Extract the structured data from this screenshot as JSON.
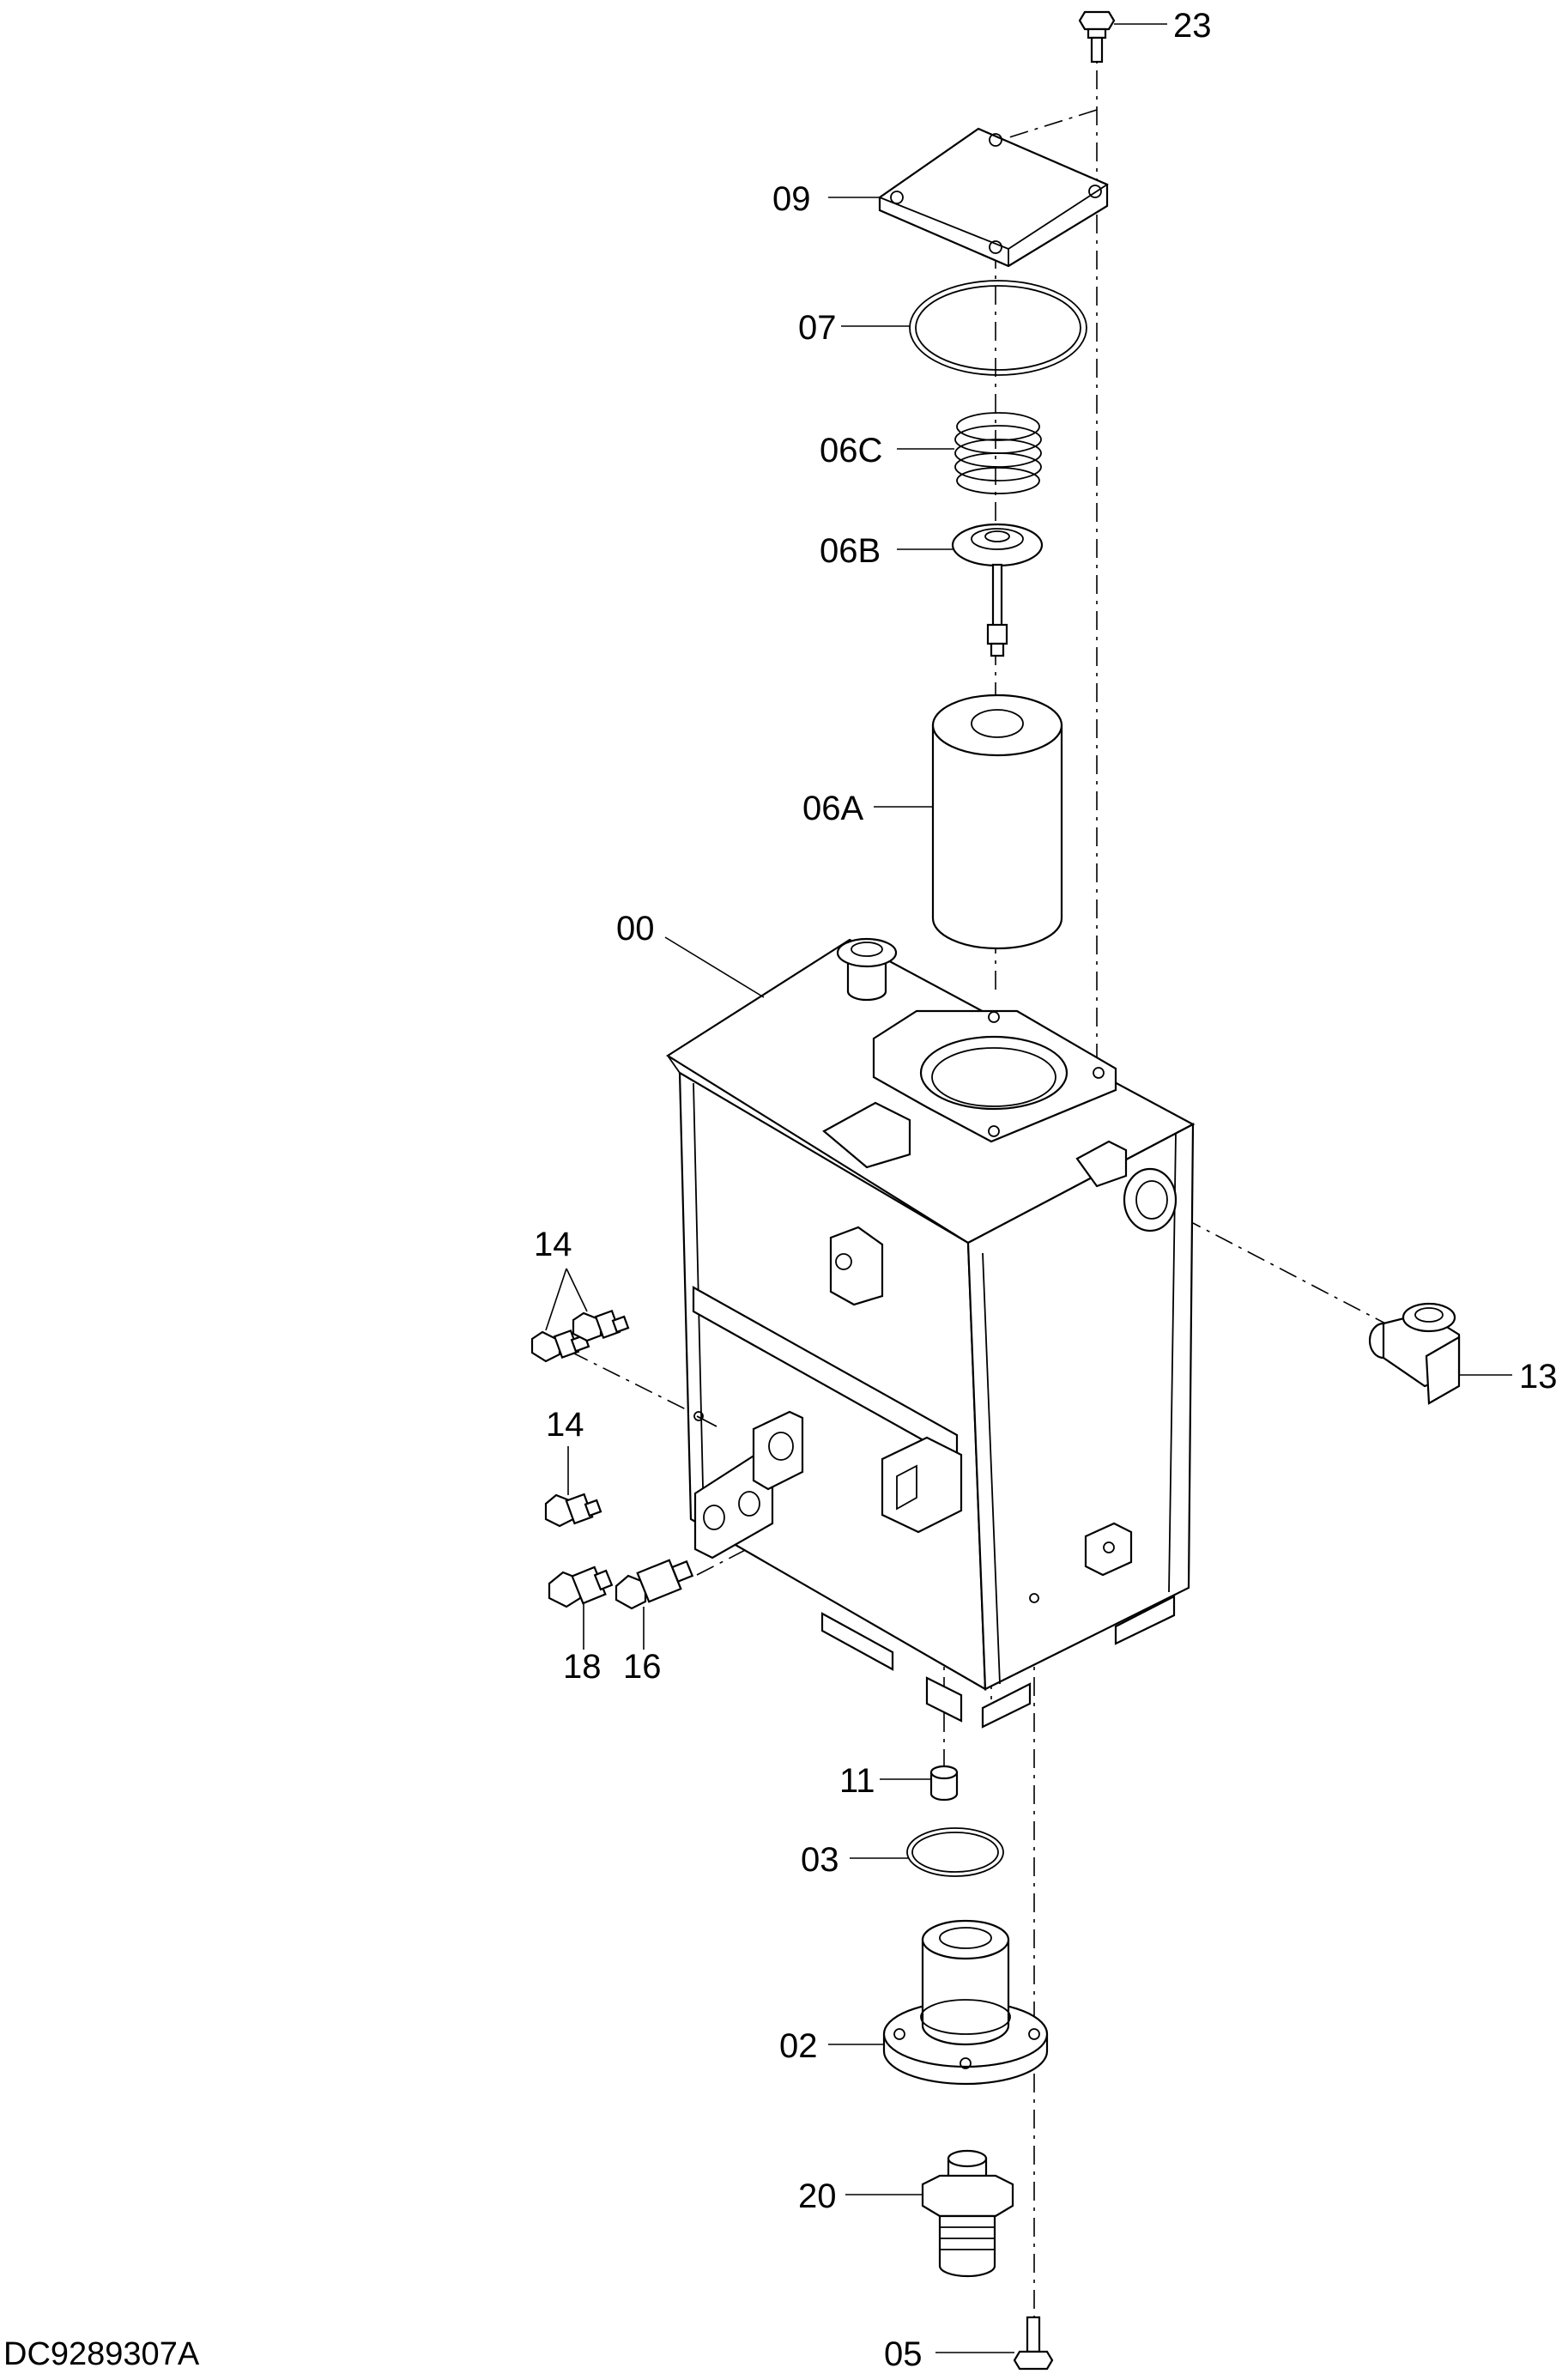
{
  "drawing_code": "DC9289307A",
  "labels": [
    {
      "id": "p23",
      "text": "23"
    },
    {
      "id": "p09",
      "text": "09"
    },
    {
      "id": "p07",
      "text": "07"
    },
    {
      "id": "p06C",
      "text": "06C"
    },
    {
      "id": "p06B",
      "text": "06B"
    },
    {
      "id": "p06A",
      "text": "06A"
    },
    {
      "id": "p00",
      "text": "00"
    },
    {
      "id": "p14a",
      "text": "14"
    },
    {
      "id": "p14b",
      "text": "14"
    },
    {
      "id": "p13",
      "text": "13"
    },
    {
      "id": "p18",
      "text": "18"
    },
    {
      "id": "p16",
      "text": "16"
    },
    {
      "id": "p11",
      "text": "11"
    },
    {
      "id": "p03",
      "text": "03"
    },
    {
      "id": "p02",
      "text": "02"
    },
    {
      "id": "p20",
      "text": "20"
    },
    {
      "id": "p05",
      "text": "05"
    }
  ]
}
